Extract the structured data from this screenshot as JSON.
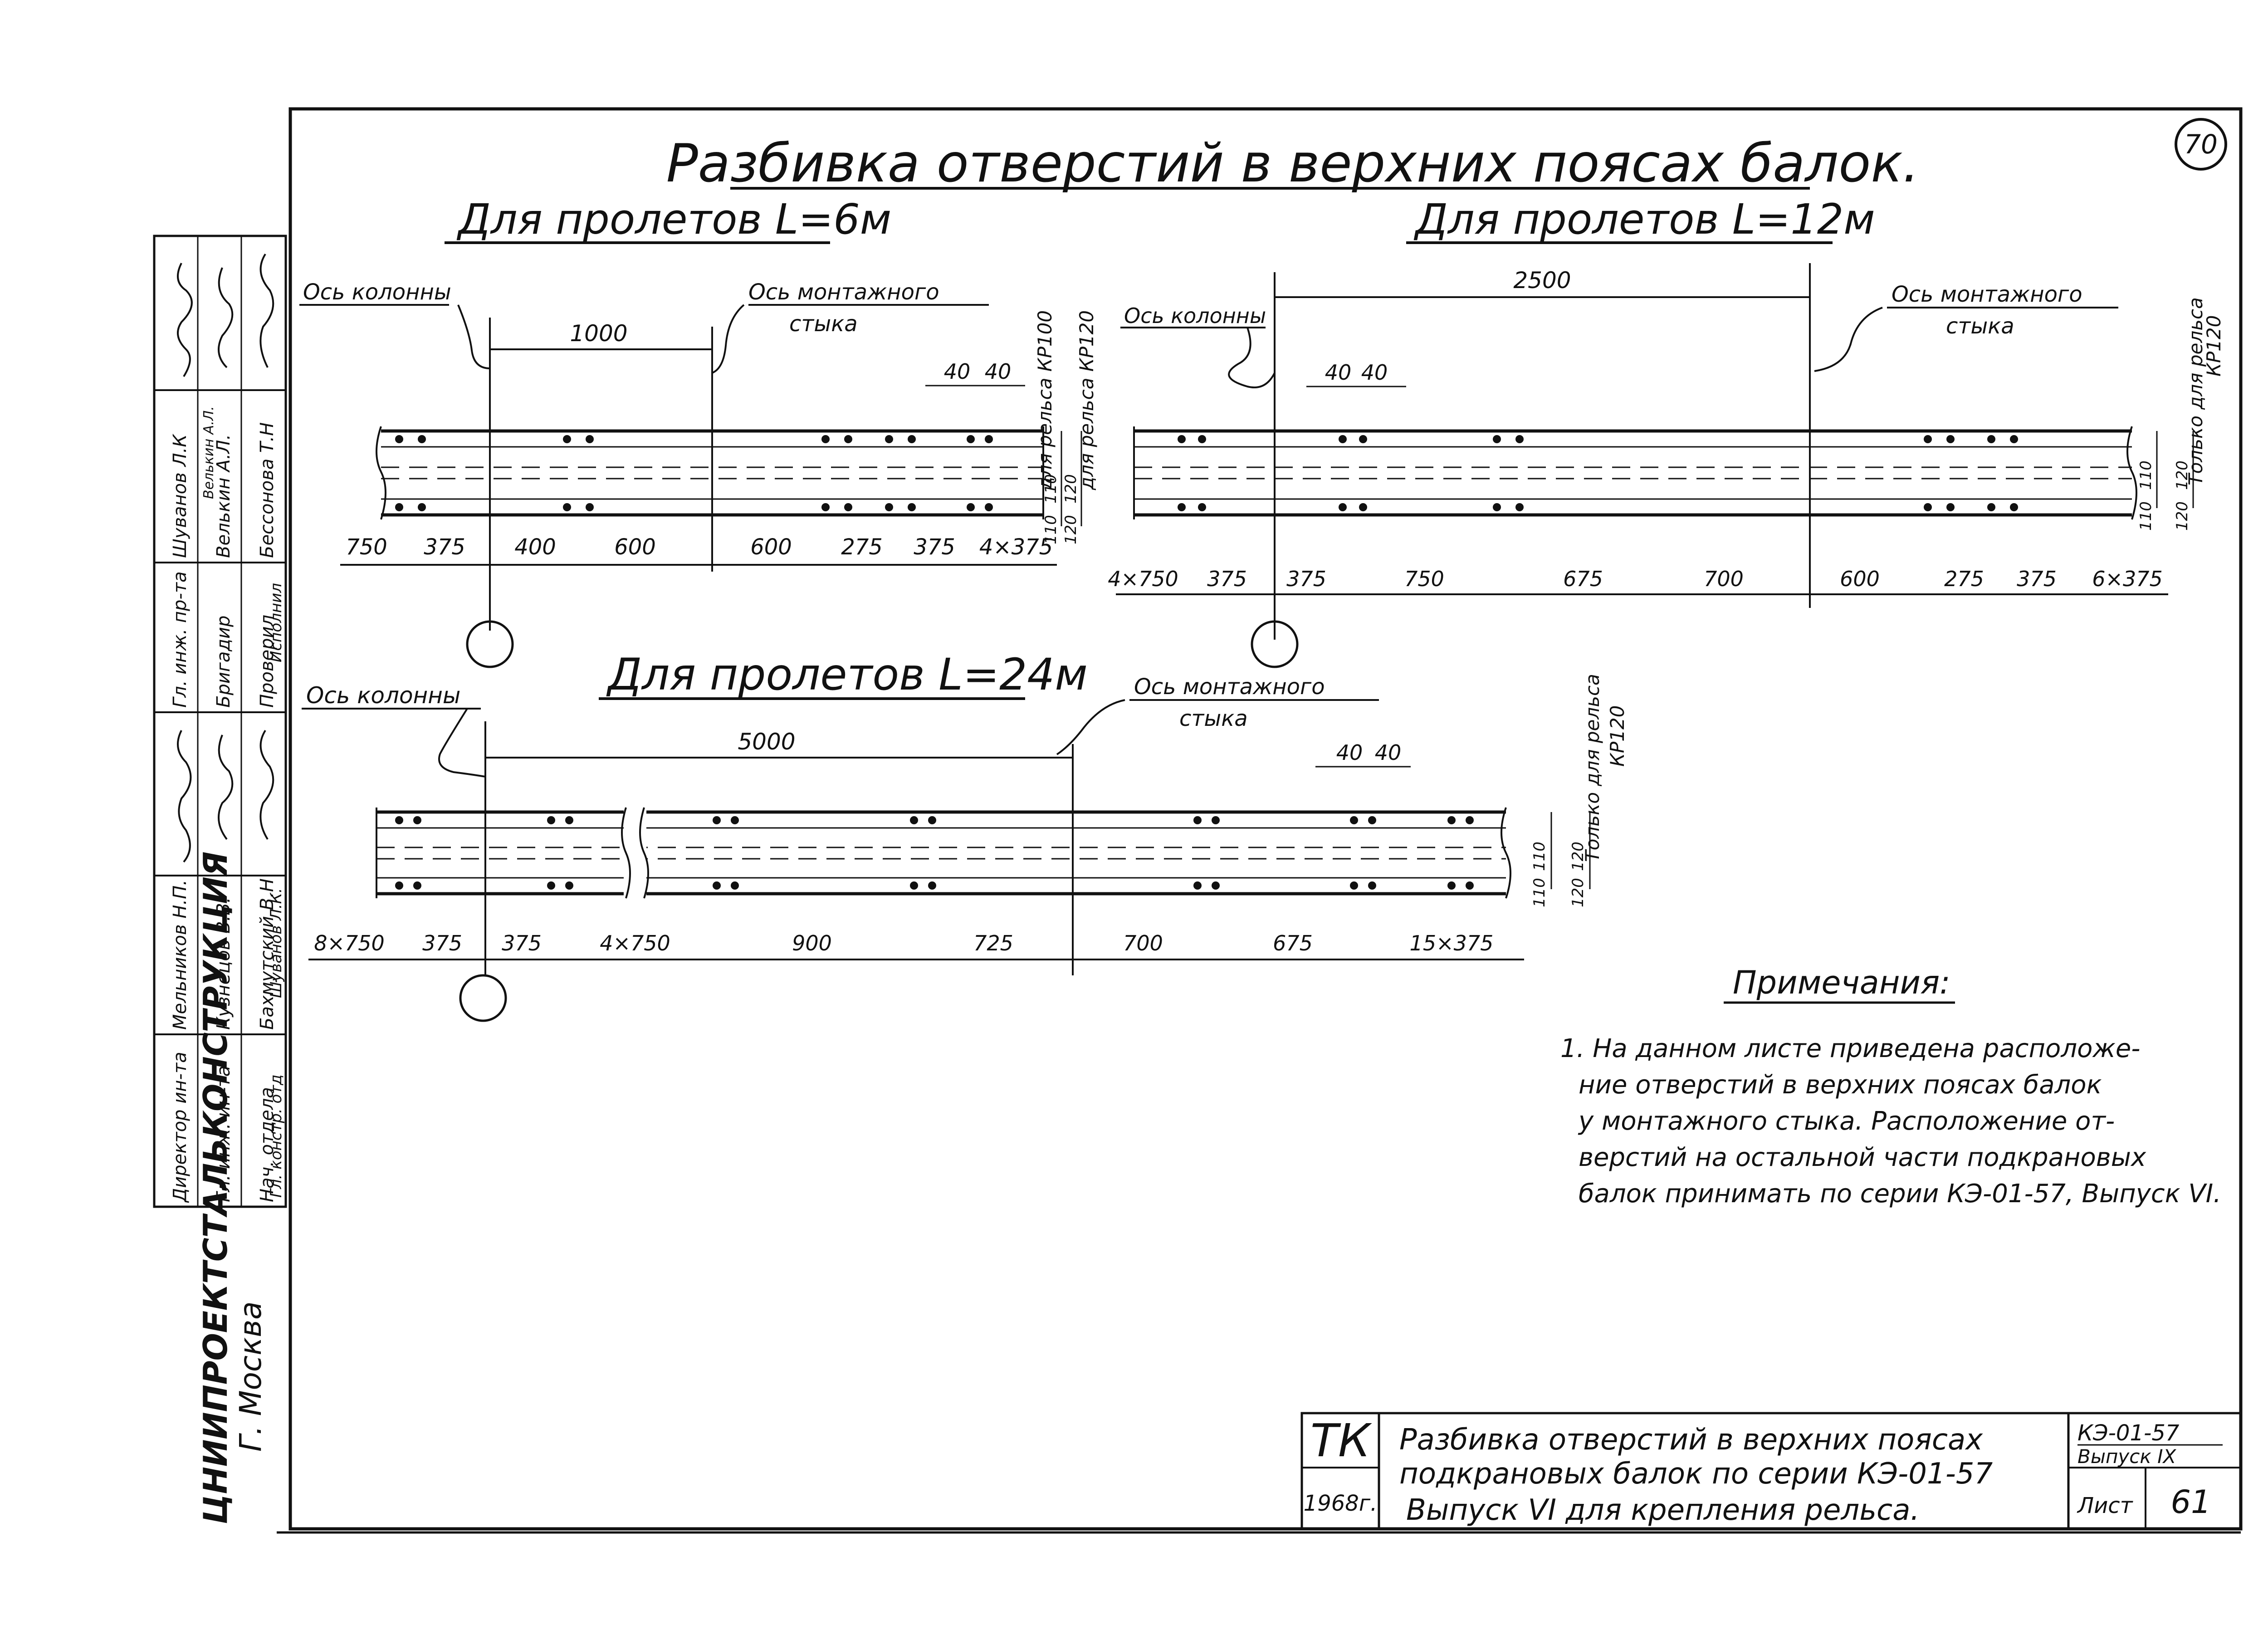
{
  "sheet_number": "70",
  "title": "Разбивка отверстий в верхних поясах балок.",
  "labels": {
    "column_axis": "Ось колонны",
    "joint_axis_line1": "Ось монтажного",
    "joint_axis_line2": "стыка",
    "rail_kr100": "для рельса КР100",
    "rail_kr120": "для рельса КР120",
    "only_rail_line1": "Только для рельса",
    "only_rail_line2": "КР120"
  },
  "beam_6m": {
    "title": "Для пролетов L=6м",
    "span_dim": "1000",
    "pitch_dims": [
      "40",
      "40"
    ],
    "vert_dims": [
      "110",
      "110",
      "120",
      "120"
    ],
    "bottom_dims": [
      "750",
      "375",
      "400",
      "600",
      "600",
      "275",
      "375",
      "4×375"
    ]
  },
  "beam_12m": {
    "title": "Для пролетов L=12м",
    "span_dim": "2500",
    "pitch_dims": [
      "40",
      "40"
    ],
    "vert_dims": [
      "110",
      "110",
      "120",
      "120"
    ],
    "bottom_dims": [
      "4×750",
      "375",
      "375",
      "750",
      "675",
      "700",
      "600",
      "275",
      "375",
      "6×375"
    ]
  },
  "beam_24m": {
    "title": "Для пролетов L=24м",
    "span_dim": "5000",
    "pitch_dims": [
      "40",
      "40"
    ],
    "vert_dims": [
      "110",
      "110",
      "120",
      "120"
    ],
    "bottom_dims": [
      "8×750",
      "375",
      "375",
      "4×750",
      "900",
      "725",
      "700",
      "675",
      "15×375"
    ]
  },
  "notes": {
    "heading": "Примечания:",
    "lines": [
      "1. На данном листе приведена расположе-",
      "ние отверстий в верхних поясах балок",
      "у монтажного стыка. Расположение от-",
      "верстий на остальной части подкрановых",
      "балок принимать по серии КЭ-01-57, Выпуск VI."
    ]
  },
  "side_stamp": {
    "org": "ЦНИИПРОЕКТСТАЛЬКОНСТРУКЦИЯ",
    "city": "Г. Москва",
    "rows": [
      [
        "Гл. инж. пр-та",
        "Шуванов Л.К"
      ],
      [
        "Бригадир",
        "Велькин А.Л."
      ],
      [
        "Проверил",
        "Велькин А.Л."
      ],
      [
        "Исполнил",
        "Бессонова Т.Н"
      ],
      [
        "Директор ин-та",
        "Мельников Н.П."
      ],
      [
        "Гл. инж. ин-та",
        "Кузнецов В.В."
      ],
      [
        "Нач. отдела",
        "Бахмутский В.Н"
      ],
      [
        "Гл. констр. отд",
        "Шуванов Л.К."
      ]
    ]
  },
  "title_block": {
    "tk": "ТК",
    "year": "1968г.",
    "desc_line1": "Разбивка отверстий в верхних поясах",
    "desc_line2": "подкрановых балок по серии КЭ-01-57",
    "desc_line3": "Выпуск VI для крепления рельса.",
    "series": "КЭ-01-57",
    "issue": "Выпуск IX",
    "sheet_label": "Лист",
    "sheet_no": "61"
  }
}
